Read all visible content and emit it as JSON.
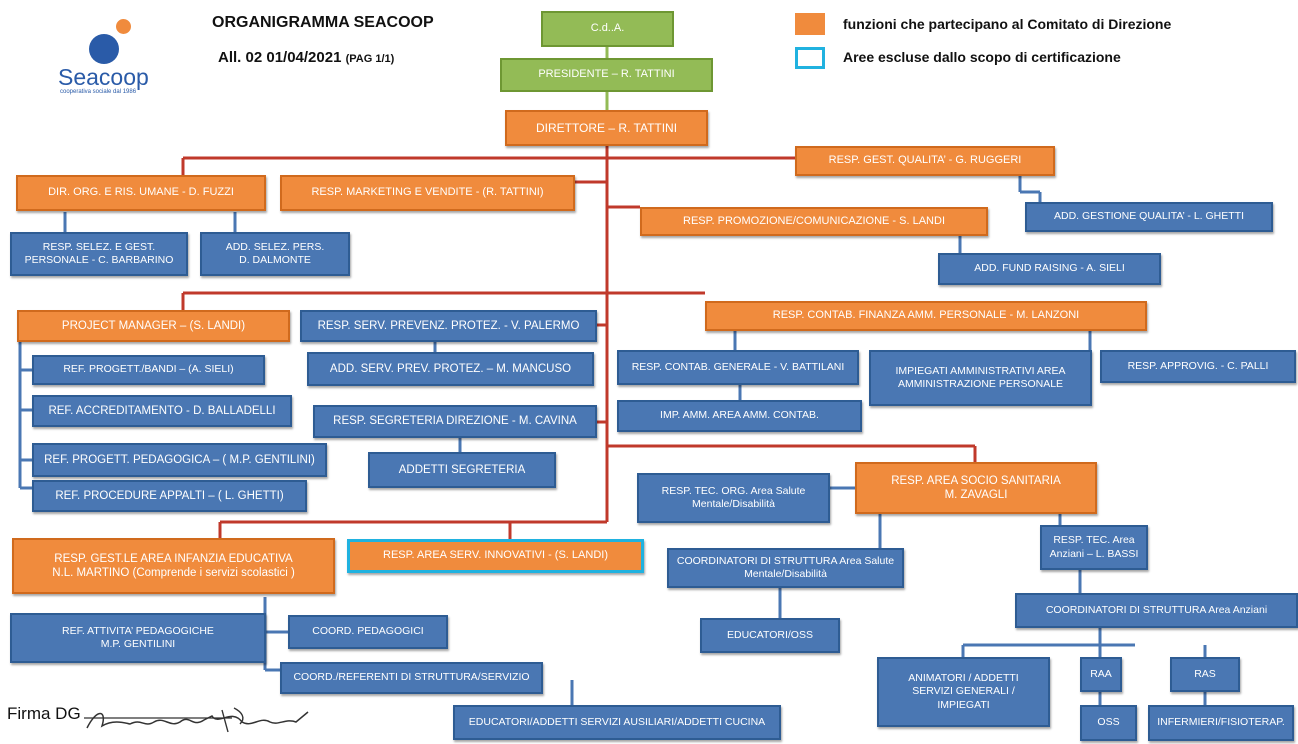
{
  "header": {
    "title": "ORGANIGRAMMA SEACOOP",
    "subtitle": "All. 02   01/04/2021",
    "page": "(PAG 1/1)"
  },
  "logo": {
    "name": "Seacoop",
    "tagline": "cooperativa sociale dal 1986"
  },
  "legend": {
    "orange_label": "funzioni che partecipano al Comitato di Direzione",
    "cyan_label": "Aree escluse dallo scopo di certificazione"
  },
  "colors": {
    "orange": "#f08b3d",
    "blue": "#4a77b3",
    "green": "#93bb56",
    "cyan": "#20b2e0",
    "line_red": "#c0392b",
    "line_blue": "#4a77b3"
  },
  "boxes": {
    "cda": "C.d..A.",
    "presidente": "PRESIDENTE – R. TATTINI",
    "direttore": "DIRETTORE – R. TATTINI",
    "gest_qualita": "RESP. GEST. QUALITA’ - G. RUGGERI",
    "add_qualita": "ADD. GESTIONE QUALITA’ - L. GHETTI",
    "dir_org": "DIR. ORG. E RIS. UMANE -  D. FUZZI",
    "marketing": "RESP. MARKETING E VENDITE -  (R. TATTINI)",
    "promozione": "RESP. PROMOZIONE/COMUNICAZIONE - S. LANDI",
    "fund_raising": "ADD. FUND RAISING -  A. SIELI",
    "sel_gest": "RESP. SELEZ. E GEST.\nPERSONALE -  C. BARBARINO",
    "add_selez": "ADD. SELEZ. PERS.\nD. DALMONTE",
    "project_manager": "PROJECT MANAGER – (S. LANDI)",
    "ref_bandi": "REF. PROGETT./BANDI – (A. SIELI)",
    "ref_accred": "REF. ACCREDITAMENTO -  D. BALLADELLI",
    "ref_pedag": "REF. PROGETT. PEDAGOGICA – ( M.P. GENTILINI)",
    "ref_appalti": "REF. PROCEDURE APPALTI – ( L. GHETTI)",
    "prevenz": "RESP. SERV. PREVENZ. PROTEZ. - V. PALERMO",
    "add_prev": "ADD. SERV. PREV. PROTEZ. –  M. MANCUSO",
    "segreteria": "RESP. SEGRETERIA DIREZIONE -  M. CAVINA",
    "add_segreteria": "ADDETTI SEGRETERIA",
    "contab": "RESP. CONTAB. FINANZA AMM. PERSONALE -  M. LANZONI",
    "contab_gen": "RESP. CONTAB. GENERALE - V. BATTILANI",
    "imp_amm": "IMPIEGATI AMMINISTRATIVI  AREA\nAMMINISTRAZIONE PERSONALE",
    "approvig": "RESP. APPROVIG. - C. PALLI",
    "imp_contab": "IMP. AMM. AREA AMM. CONTAB.",
    "socio_san": "RESP. AREA SOCIO SANITARIA\nM.  ZAVAGLI",
    "tec_salute": "RESP. TEC. ORG. Area Salute\nMentale/Disabilità",
    "tec_anziani": "RESP. TEC. Area\nAnziani – L. BASSI",
    "coord_salute": "COORDINATORI DI STRUTTURA Area Salute\nMentale/Disabilità",
    "coord_anziani": "COORDINATORI DI STRUTTURA  Area Anziani",
    "educatori_oss": "EDUCATORI/OSS",
    "animatori": "ANIMATORI / ADDETTI\nSERVIZI  GENERALI  /\nIMPIEGATI",
    "raa": "RAA",
    "ras": "RAS",
    "oss": "OSS",
    "infermieri": "INFERMIERI/FISIOTERAP.",
    "infanzia": "RESP. GEST.LE AREA INFANZIA EDUCATIVA\nN.L. MARTINO (Comprende i servizi scolastici )",
    "innovativi": "RESP. AREA SERV. INNOVATIVI  - (S. LANDI)",
    "ref_attivita": "REF. ATTIVITA’ PEDAGOGICHE\nM.P. GENTILINI",
    "coord_pedag": "COORD. PEDAGOGICI",
    "coord_ref": "COORD./REFERENTI DI STRUTTURA/SERVIZIO",
    "educatori_cucina": "EDUCATORI/ADDETTI SERVIZI AUSILIARI/ADDETTI CUCINA"
  },
  "signature": {
    "label": "Firma DG"
  }
}
